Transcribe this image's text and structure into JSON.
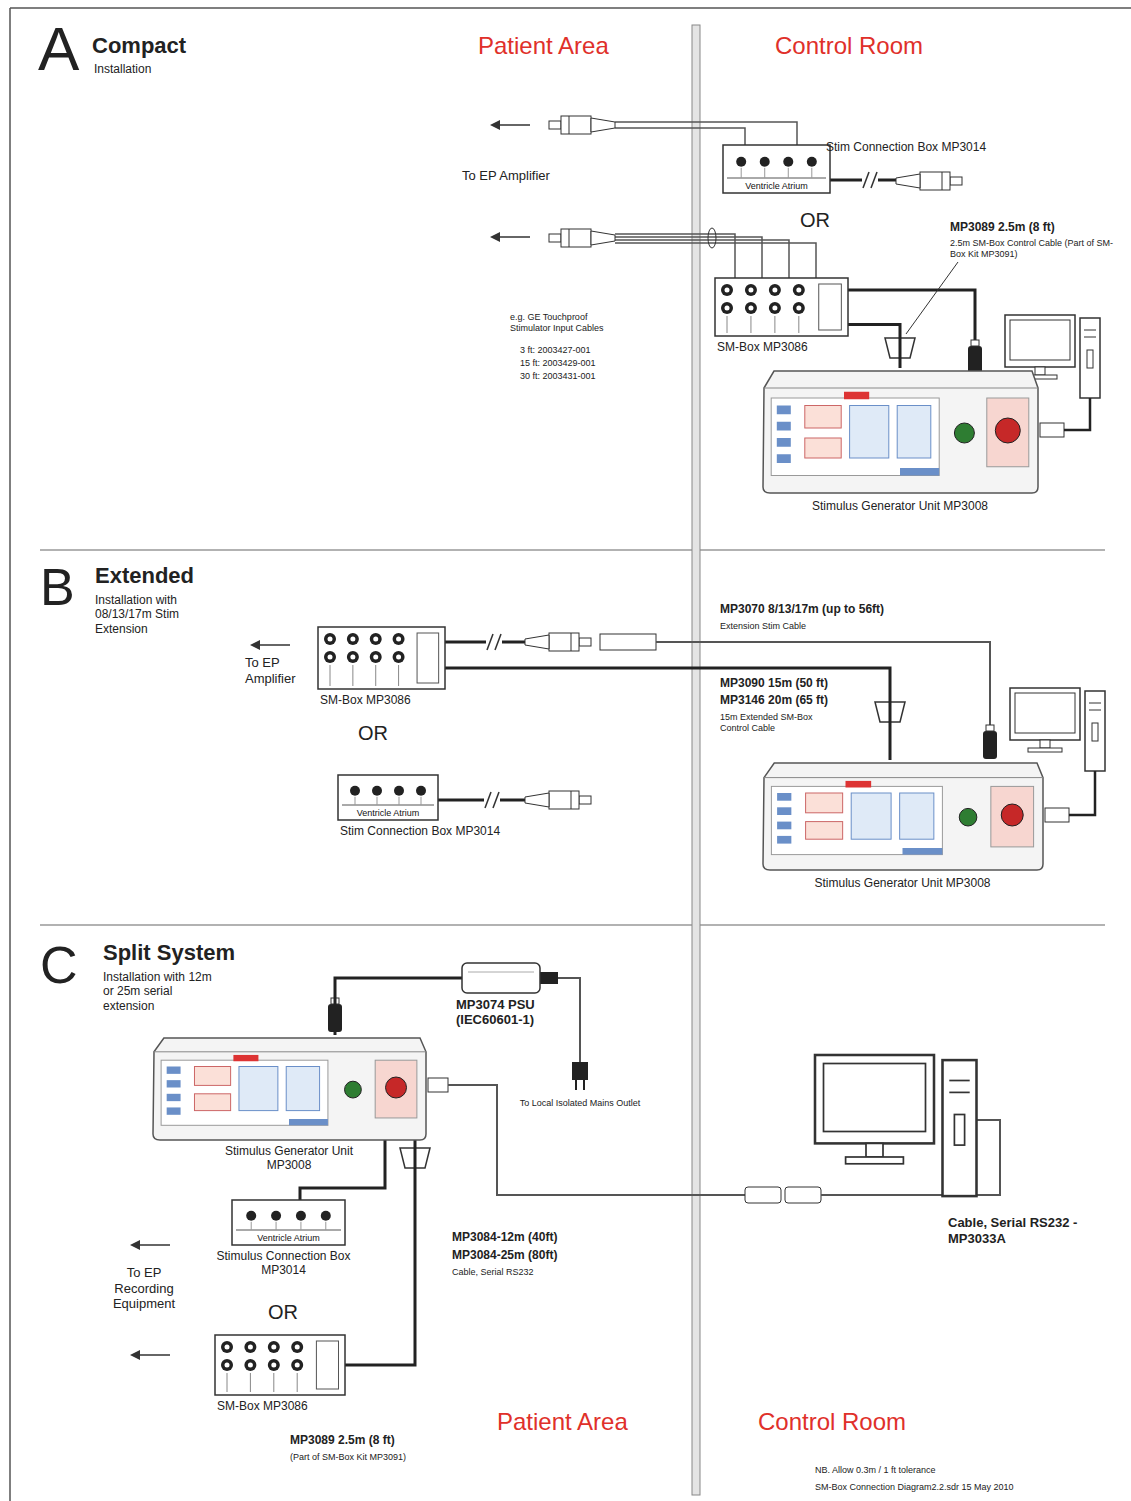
{
  "diagram": {
    "nodes": [
      {
        "text": [
          "Ventricle Atrium",
          "Stim Connection Box MP3014"
        ]
      },
      {
        "text": [
          "SM-Box MP3086"
        ]
      },
      {
        "text": [
          "Stimulus Generator Unit MP3008"
        ]
      },
      {
        "text": [
          "SM-Box MP3086"
        ]
      },
      {
        "text": [
          "Ventricle Atrium",
          "Stim Connection Box MP3014"
        ]
      },
      {
        "text": [
          "Stimulus Generator Unit MP3008"
        ]
      },
      {
        "text": [
          "MP3074 PSU (IEC60601-1)"
        ]
      },
      {
        "text": [
          "Stimulus Generator Unit MP3008"
        ]
      },
      {
        "text": [
          "Ventricle Atrium",
          "Stimulus Connection Box MP3014"
        ]
      },
      {
        "text": [
          "SM-Box MP3086"
        ]
      }
    ],
    "edges": [
      {
        "from": 1,
        "to": 2,
        "arrow": "none"
      },
      {
        "from": 3,
        "to": 5,
        "arrow": "none"
      },
      {
        "from": 6,
        "to": 7,
        "arrow": "none"
      },
      {
        "from": 7,
        "to": 8,
        "arrow": "none"
      },
      {
        "from": 7,
        "to": 9,
        "arrow": "none"
      }
    ],
    "labels": [
      "A",
      "Compact",
      "Installation",
      "Patient Area",
      "Control Room",
      "To EP Amplifier",
      "OR",
      "MP3089 2.5m (8 ft)",
      "2.5m SM-Box Control Cable (Part of SM-Box Kit MP3091)",
      "e.g. GE Touchproof Stimulator Input Cables",
      "3 ft: 2003427-001",
      "15 ft: 2003429-001",
      "30 ft: 2003431-001",
      "B",
      "Extended",
      "Installation with 08/13/17m Stim Extension",
      "To EP Amplifier",
      "OR",
      "MP3070 8/13/17m (up to 56ft)",
      "Extension Stim Cable",
      "MP3090 15m (50 ft)",
      "MP3146 20m (65 ft)",
      "15m Extended SM-Box Control Cable",
      "C",
      "Split System",
      "Installation with 12m or 25m serial extension",
      "To Local Isolated Mains Outlet",
      "To EP Recording Equipment",
      "OR",
      "MP3084-12m (40ft)",
      "MP3084-25m (80ft)",
      "Cable, Serial RS232",
      "Cable, Serial RS232 - MP3033A",
      "MP3089 2.5m (8 ft)",
      "(Part of SM-Box Kit MP3091)",
      "Patient Area",
      "Control Room",
      "NB. Allow 0.3m / 1 ft tolerance",
      "SM-Box Connection Diagram2.2.sdr 15 May 2010"
    ]
  }
}
